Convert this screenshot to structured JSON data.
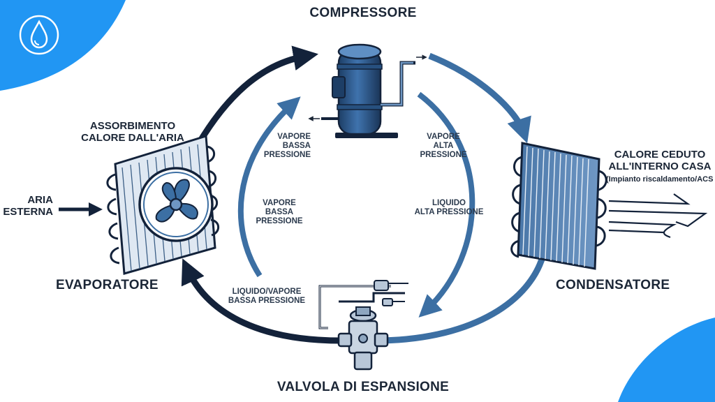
{
  "labels": {
    "compressor": "COMPRESSORE",
    "absorption": [
      "ASSORBIMENTO",
      "CALORE DALL'ARIA"
    ],
    "outside_air": [
      "ARIA",
      "ESTERNA"
    ],
    "evaporator": "EVAPORATORE",
    "condenser": "CONDENSATORE",
    "heat_released": [
      "CALORE CEDUTO",
      "ALL'INTERNO CASA"
    ],
    "heat_released_note": "(Impianto riscaldamento/ACS",
    "valve": "VALVOLA DI ESPANSIONE",
    "low_pressure_vapor_upper": [
      "VAPORE",
      "BASSA",
      "PRESSIONE"
    ],
    "high_pressure_vapor": [
      "VAPORE",
      "ALTA",
      "PRESSIONE"
    ],
    "low_pressure_vapor_mid": [
      "VAPORE",
      "BASSA PRESSIONE"
    ],
    "high_pressure_liquid": [
      "LIQUIDO",
      "ALTA PRESSIONE"
    ],
    "liquid_vapor_low": [
      "LIQUIDO/VAPORE",
      "BASSA PRESSIONE"
    ]
  },
  "icons": {
    "logo": "water-drop-icon",
    "compressor": "compressor-icon",
    "evaporator": "evaporator-fan-icon",
    "condenser": "condenser-coil-icon",
    "valve": "expansion-valve-icon"
  },
  "colors": {
    "accent_blue": "#2196f3",
    "dark_navy": "#13223a",
    "mid_blue": "#3c6fa3",
    "light_steel": "#6f8fb3"
  }
}
